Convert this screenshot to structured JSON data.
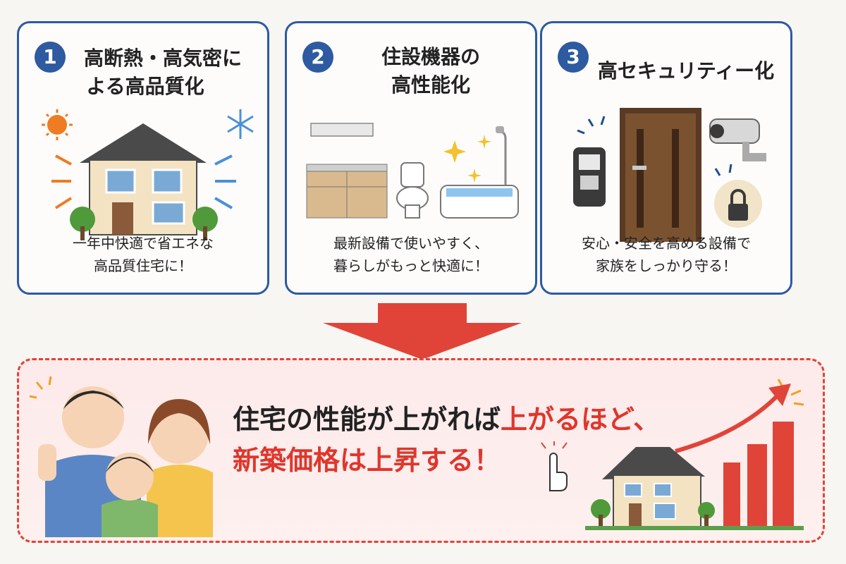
{
  "colors": {
    "blue": "#2d5aa0",
    "red": "#e0362c",
    "orange": "#ef7b22"
  },
  "cards": [
    {
      "number": "1",
      "title_lines": [
        "高断熱・高気密に",
        "よる高品質化"
      ],
      "desc_lines": [
        "一年中快適で省エネな",
        "高品質住宅に！"
      ]
    },
    {
      "number": "2",
      "title_lines": [
        "住設機器の",
        "高性能化"
      ],
      "desc_lines": [
        "最新設備で使いやすく、",
        "暮らしがもっと快適に！"
      ]
    },
    {
      "number": "3",
      "title_lines": [
        "高セキュリティー化"
      ],
      "desc_lines": [
        "安心・安全を高める設備で",
        "家族をしっかり守る！"
      ]
    }
  ],
  "message": {
    "line1_black": "住宅の性能が上がれば",
    "line1_red": "上がるほど、",
    "line2_red": "新築価格は上昇する！"
  },
  "icons": [
    "sun-icon",
    "snowflake-icon",
    "house-icon",
    "kitchen-icon",
    "toilet-icon",
    "bathtub-icon",
    "door-icon",
    "intercom-icon",
    "camera-icon",
    "lock-icon",
    "pointing-hand-icon",
    "growth-arrow-icon"
  ]
}
